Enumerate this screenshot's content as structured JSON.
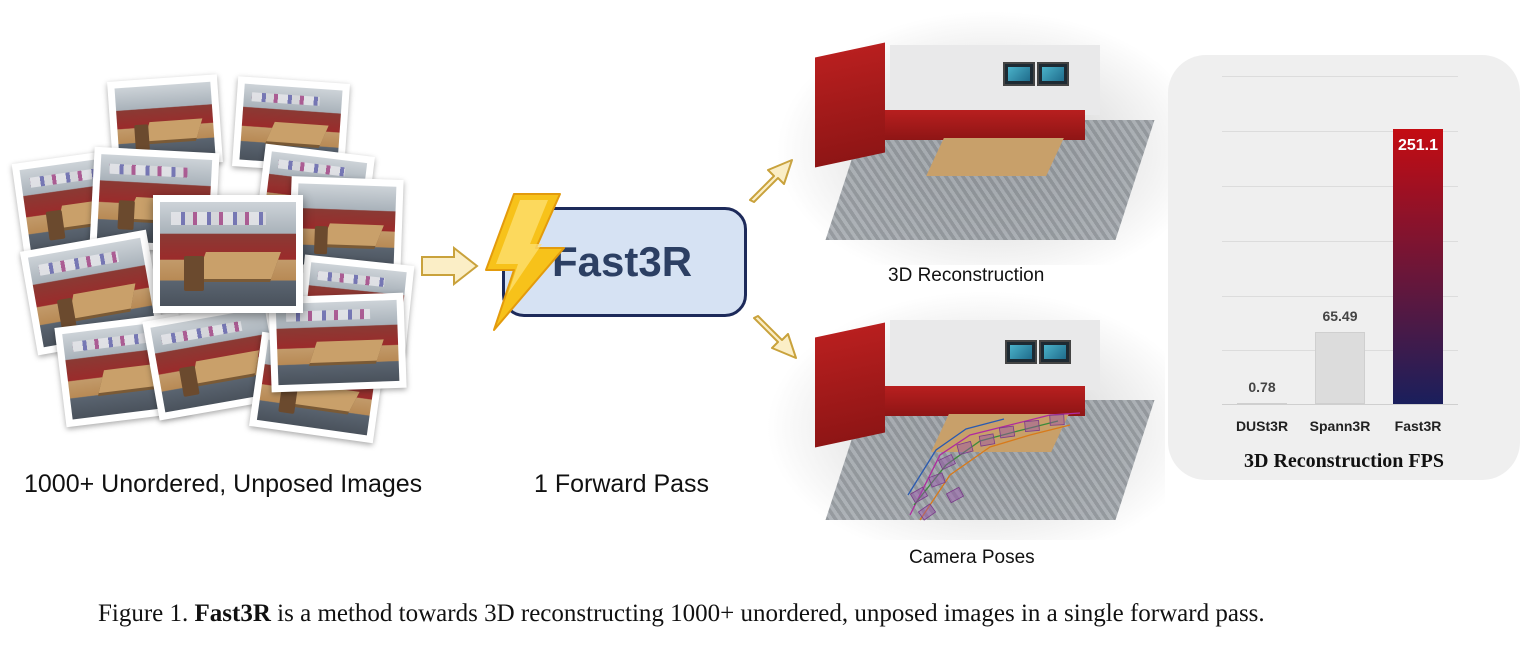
{
  "input_label": "1000+ Unordered, Unposed Images",
  "pass_label": "1 Forward Pass",
  "model": {
    "name": "Fast3R"
  },
  "outputs": {
    "reconstruction_label": "3D Reconstruction",
    "poses_label": "Camera Poses"
  },
  "colors": {
    "model_box_fill": "#d6e2f3",
    "model_box_border": "#1d2a5a",
    "model_text": "#2c3f63",
    "arrow_fill": "#fbeec6",
    "arrow_stroke": "#c9a23c",
    "lightning": "#f7c21a",
    "bar_gray": "#dcdcdc",
    "bar_gradient_top": "#c40c12",
    "bar_gradient_bottom": "#1a1f5c"
  },
  "icons": [
    "lightning-icon",
    "arrow-right-icon",
    "arrow-up-right-icon",
    "arrow-down-right-icon"
  ],
  "chart_data": {
    "type": "bar",
    "title": "3D Reconstruction FPS",
    "categories": [
      "DUSt3R",
      "Spann3R",
      "Fast3R"
    ],
    "values": [
      0.78,
      65.49,
      251.1
    ],
    "value_labels": [
      "0.78",
      "65.49",
      "251.1"
    ],
    "ylim": [
      0,
      300
    ],
    "grid": true
  },
  "caption": {
    "prefix": "Figure 1. ",
    "bold": "Fast3R",
    "text": " is a method towards 3D reconstructing 1000+ unordered, unposed images in a single forward pass."
  }
}
